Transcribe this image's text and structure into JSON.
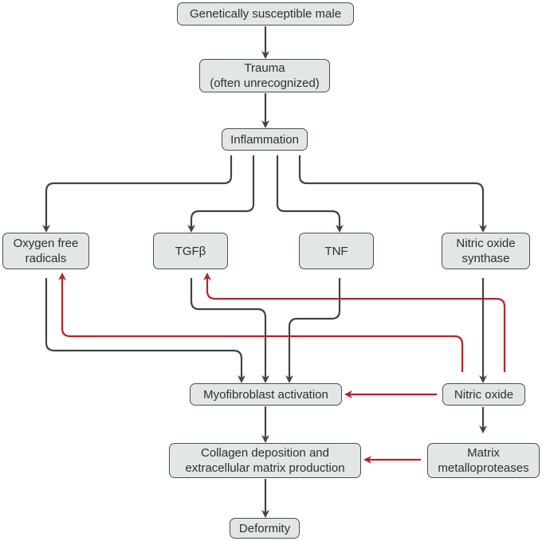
{
  "colors": {
    "box_fill": "#e3e6e6",
    "box_border": "#4a4f52",
    "flow_arrow": "#3f4448",
    "feedback_arrow": "#b3252b",
    "text": "#2b2f33"
  },
  "nodes": {
    "susceptible": [
      "Genetically susceptible male"
    ],
    "trauma": [
      "Trauma",
      "(often unrecognized)"
    ],
    "inflammation": [
      "Inflammation"
    ],
    "oxygen": [
      "Oxygen free",
      "radicals"
    ],
    "tgfb": [
      "TGFβ"
    ],
    "tnf": [
      "TNF"
    ],
    "nos": [
      "Nitric oxide",
      "synthase"
    ],
    "myofibroblast": [
      "Myofibroblast activation"
    ],
    "nitric_oxide": [
      "Nitric oxide"
    ],
    "collagen": [
      "Collagen deposition and",
      "extracellular matrix production"
    ],
    "mmp": [
      "Matrix",
      "metalloproteases"
    ],
    "deformity": [
      "Deformity"
    ]
  },
  "edges": [
    {
      "from": "susceptible",
      "to": "trauma",
      "kind": "flow"
    },
    {
      "from": "trauma",
      "to": "inflammation",
      "kind": "flow"
    },
    {
      "from": "inflammation",
      "to": "oxygen",
      "kind": "flow"
    },
    {
      "from": "inflammation",
      "to": "tgfb",
      "kind": "flow"
    },
    {
      "from": "inflammation",
      "to": "tnf",
      "kind": "flow"
    },
    {
      "from": "inflammation",
      "to": "nos",
      "kind": "flow"
    },
    {
      "from": "oxygen",
      "to": "myofibroblast",
      "kind": "flow"
    },
    {
      "from": "tgfb",
      "to": "myofibroblast",
      "kind": "flow"
    },
    {
      "from": "tnf",
      "to": "myofibroblast",
      "kind": "flow"
    },
    {
      "from": "nos",
      "to": "nitric_oxide",
      "kind": "flow"
    },
    {
      "from": "myofibroblast",
      "to": "collagen",
      "kind": "flow"
    },
    {
      "from": "collagen",
      "to": "deformity",
      "kind": "flow"
    },
    {
      "from": "nitric_oxide",
      "to": "mmp",
      "kind": "flow"
    },
    {
      "from": "nitric_oxide",
      "to": "myofibroblast",
      "kind": "feedback"
    },
    {
      "from": "mmp",
      "to": "collagen",
      "kind": "feedback"
    },
    {
      "from": "nitric_oxide",
      "to": "oxygen",
      "kind": "feedback"
    },
    {
      "from": "nitric_oxide",
      "to": "tgfb",
      "kind": "feedback"
    }
  ]
}
